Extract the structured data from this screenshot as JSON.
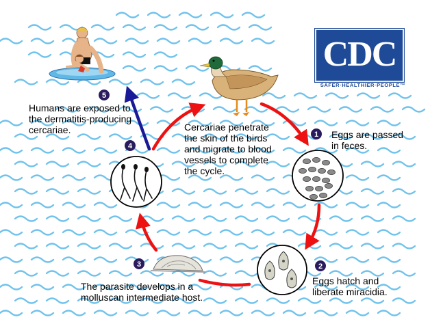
{
  "logo": {
    "text": "CDC",
    "tagline": "SAFER·HEALTHIER·PEOPLE™",
    "color": "#1f4a97"
  },
  "steps": [
    {
      "number": "1",
      "text": "Eggs are passed\nin feces."
    },
    {
      "number": "2",
      "text": "Eggs hatch and\nliberate miracidia."
    },
    {
      "number": "3",
      "text": "The parasite develops in a\nmolluscan intermediate host."
    },
    {
      "number": "4",
      "text": "Cercariae penetrate\nthe skin of the birds\nand migrate to blood\nvessels to complete\nthe cycle."
    },
    {
      "number": "5",
      "text": "Humans are exposed to\nthe dermatitis-producing\ncercariae."
    }
  ],
  "colors": {
    "cycle_arrow": "#ee1111",
    "human_arrow": "#1a1a99",
    "badge": "#2a1a5e",
    "water": "#6fc2ec"
  }
}
